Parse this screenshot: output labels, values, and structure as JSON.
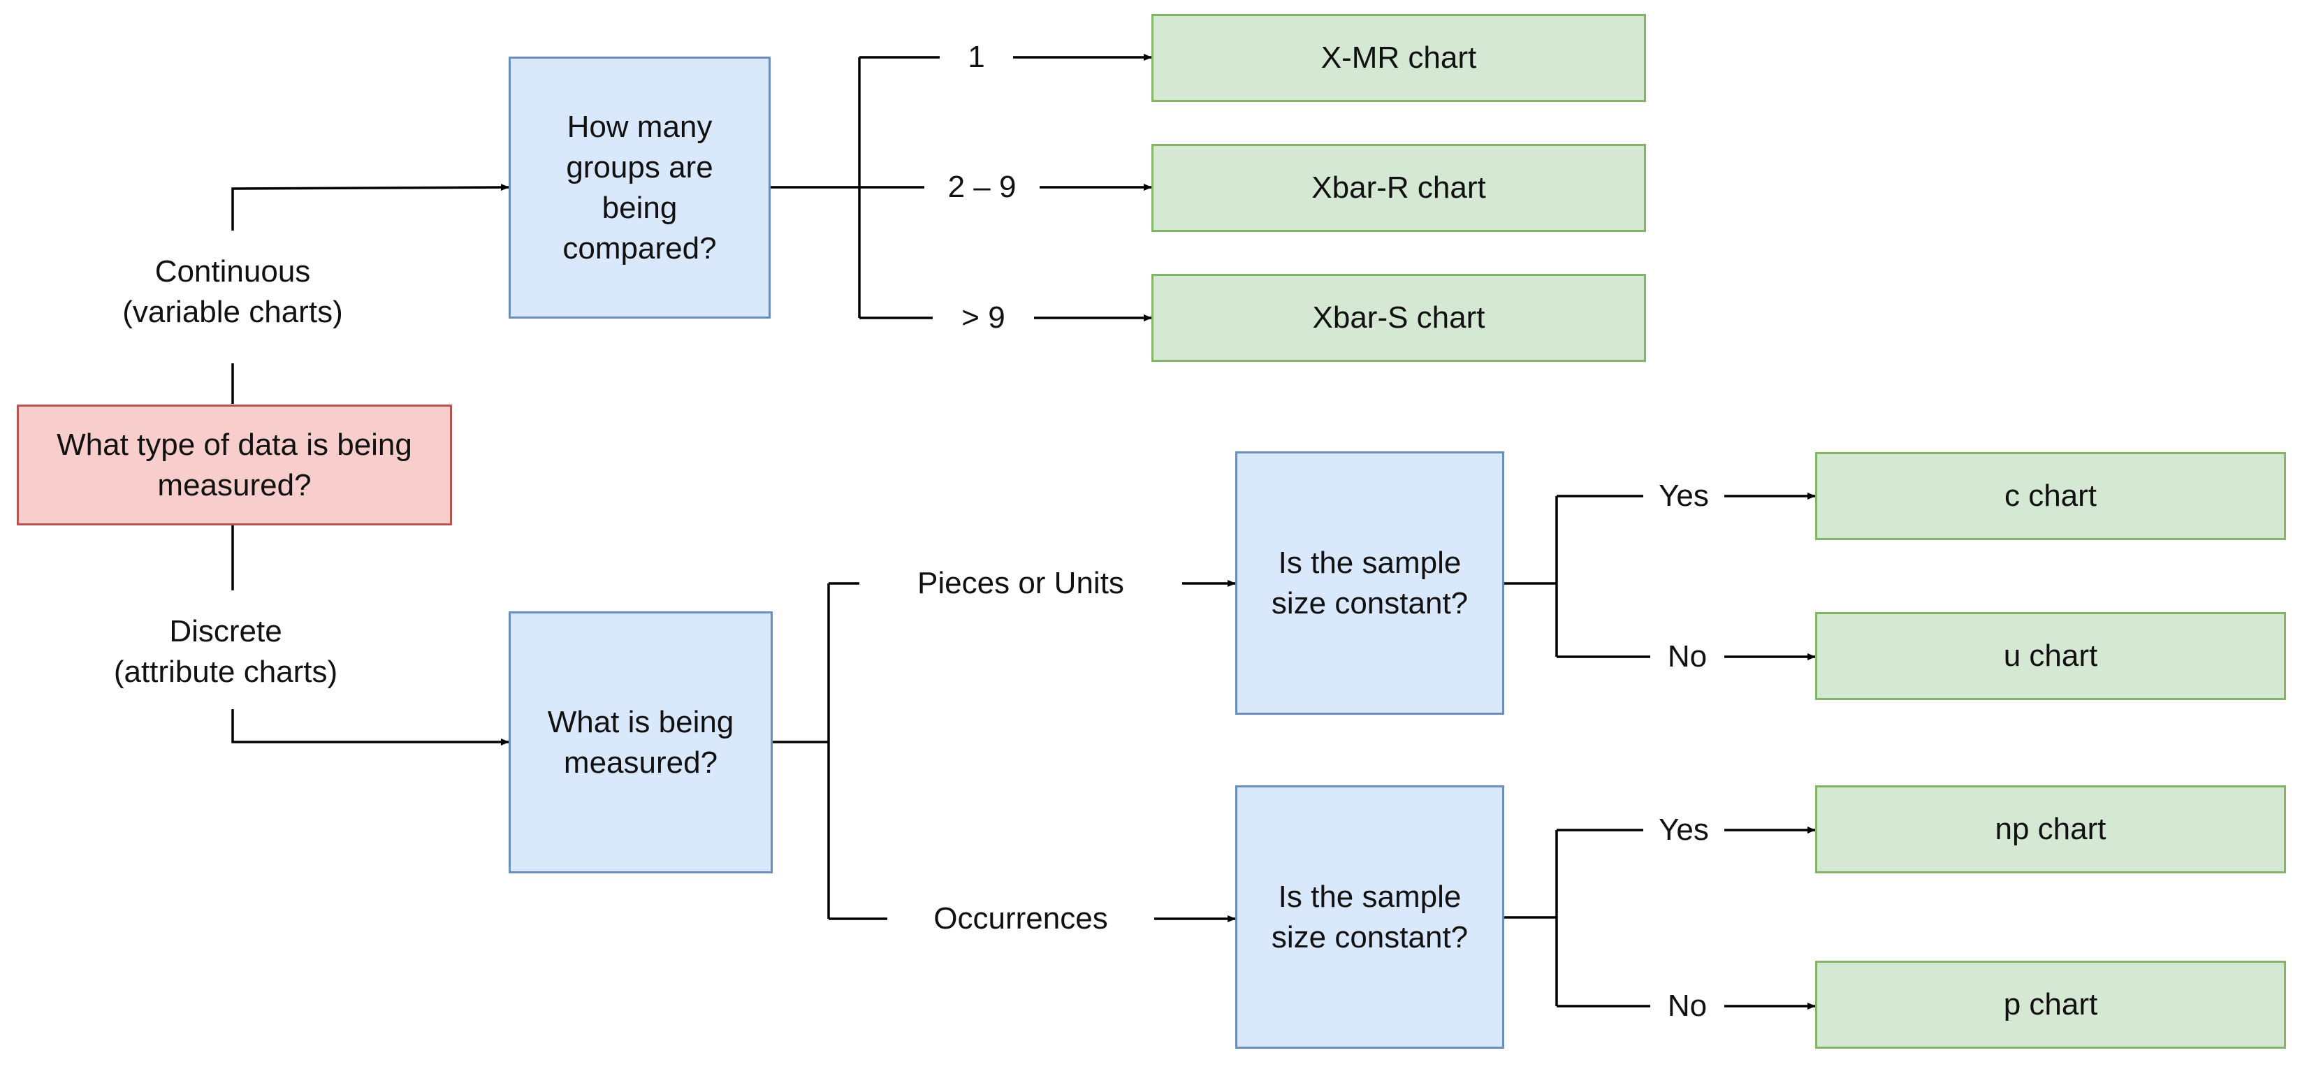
{
  "colors": {
    "question_fill": "#dae8fc",
    "question_stroke": "#6c8ebf",
    "result_fill": "#d5e8d4",
    "result_stroke": "#82b366",
    "root_fill": "#f8cecc",
    "root_stroke": "#b85450",
    "line": "#000000"
  },
  "root": {
    "text": "What type of data is being\nmeasured?"
  },
  "branches": {
    "continuous": "Continuous\n(variable charts)",
    "discrete": "Discrete\n(attribute charts)"
  },
  "questions": {
    "groups": "How many\ngroups are\nbeing\ncompared?",
    "measured": "What is being\nmeasured?",
    "sample_units": "Is the sample\nsize constant?",
    "sample_occurrences": "Is the sample\nsize constant?"
  },
  "edge_labels": {
    "one": "1",
    "two_to_nine": "2 – 9",
    "over_nine": "> 9",
    "pieces": "Pieces or Units",
    "occurrences": "Occurrences",
    "units_yes": "Yes",
    "units_no": "No",
    "occ_yes": "Yes",
    "occ_no": "No"
  },
  "results": {
    "xmr": "X-MR chart",
    "xbar_r": "Xbar-R chart",
    "xbar_s": "Xbar-S chart",
    "c": "c chart",
    "u": "u chart",
    "np": "np chart",
    "p": "p chart"
  }
}
